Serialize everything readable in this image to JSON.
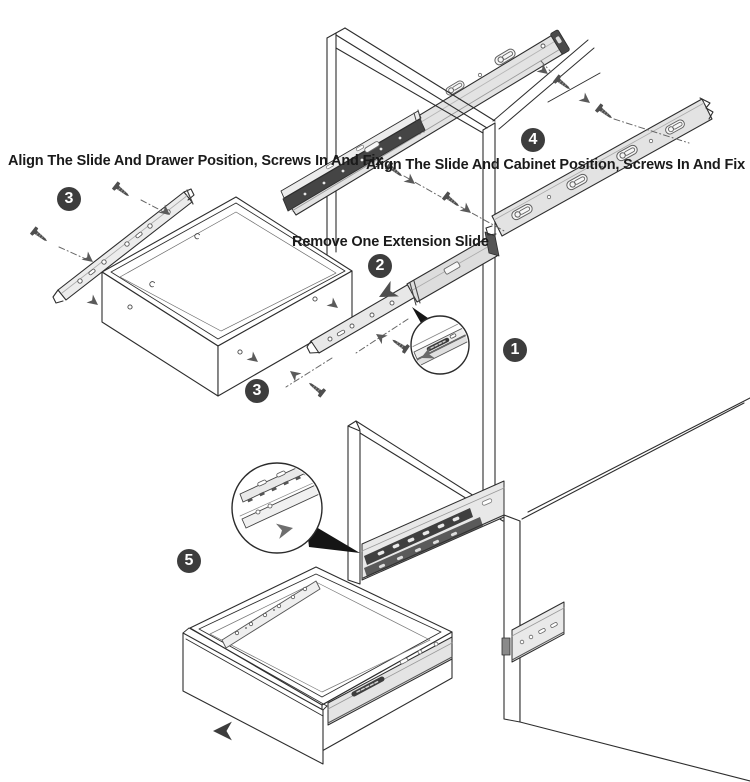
{
  "page": {
    "background": "#ffffff",
    "type": "installation-instruction-diagram"
  },
  "instructions": {
    "drawer_align": "Align The Slide And Drawer Position, Screws In And Fix",
    "cabinet_align": "Align The Slide And Cabinet Position, Screws In And Fix",
    "remove_extension": "Remove One Extension Slide"
  },
  "step_badges": [
    {
      "id": "step-3-left",
      "number": "3"
    },
    {
      "id": "step-3-bottom",
      "number": "3"
    },
    {
      "id": "step-2",
      "number": "2"
    },
    {
      "id": "step-1",
      "number": "1"
    },
    {
      "id": "step-4",
      "number": "4"
    },
    {
      "id": "step-5",
      "number": "5"
    }
  ],
  "icons": {
    "screw": "screw-icon",
    "direction_arrow": "direction-arrow-icon",
    "callout_pointer": "callout-pointer-icon",
    "insert_arrow": "insert-direction-arrow-icon"
  },
  "colors": {
    "badge_bg": "#3d3d3d",
    "badge_text": "#ffffff",
    "line": "#2d2d2d",
    "slide_fill": "#e3e3e3",
    "slide_dark": "#474747",
    "arrow": "#5a5a5a",
    "text": "#1a1a1a",
    "background": "#ffffff"
  }
}
